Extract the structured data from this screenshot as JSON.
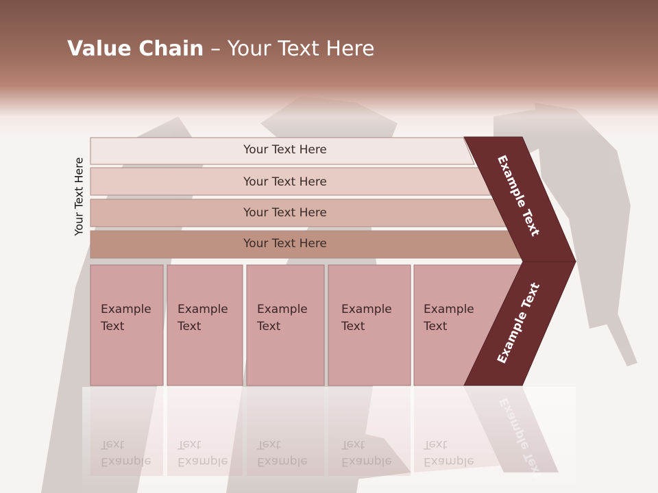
{
  "title": {
    "bold": "Value Chain",
    "sep": " – ",
    "rest": "Your Text Here"
  },
  "side_label": "Your Text Here",
  "bars": [
    {
      "label": "Your Text Here",
      "color": "#f1e6e3"
    },
    {
      "label": "Your Text Here",
      "color": "#e6ccc4"
    },
    {
      "label": "Your Text Here",
      "color": "#d7b3aa"
    },
    {
      "label": "Your Text Here",
      "color": "#bf9384"
    }
  ],
  "boxes": [
    {
      "line1": "Example",
      "line2": "Text"
    },
    {
      "line1": "Example",
      "line2": "Text"
    },
    {
      "line1": "Example",
      "line2": "Text"
    },
    {
      "line1": "Example",
      "line2": "Text"
    },
    {
      "line1": "Example",
      "line2": "Text"
    }
  ],
  "chevron_labels": {
    "upper": "Example Text",
    "lower": "Example Text"
  },
  "colors": {
    "box_fill": "#d2a2a2",
    "chevron": "#6b2e30",
    "header": "#9b6c5e"
  }
}
